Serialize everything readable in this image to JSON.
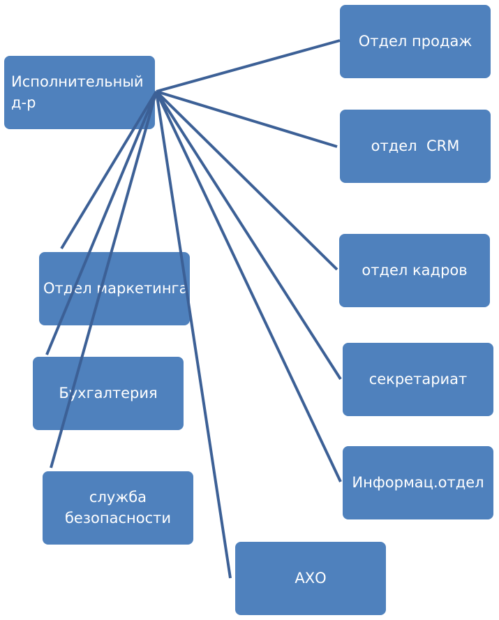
{
  "colors": {
    "box_fill": "#4f81bd",
    "line": "#3c6096",
    "text": "#ffffff"
  },
  "nodes": {
    "exec": "Исполнительный д-р",
    "sales": "Отдел продаж",
    "crm": "отдел  CRM",
    "hr": "отдел кадров",
    "secretariat": "секретариат",
    "it": "Информац.отдел",
    "aho": "АХО",
    "marketing": "Отдел маркетинга",
    "accounting": "Бухгалтерия",
    "security": "служба безопасности"
  }
}
